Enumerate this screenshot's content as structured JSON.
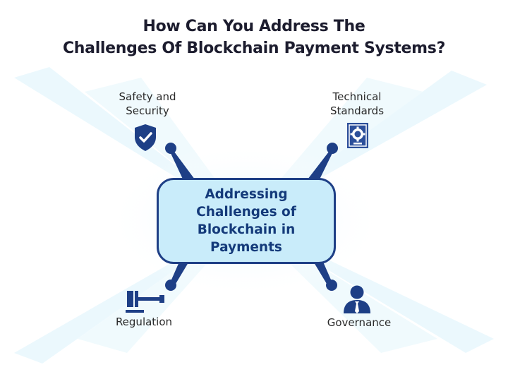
{
  "title": {
    "line1": "How Can You Address The",
    "line2": "Challenges Of Blockchain Payment Systems?"
  },
  "center": {
    "text": "Addressing Challenges of Blockchain in Payments"
  },
  "nodes": {
    "safety": {
      "line1": "Safety and",
      "line2": "Security",
      "icon": "shield-check-icon"
    },
    "technical": {
      "line1": "Technical",
      "line2": "Standards",
      "icon": "certificate-badge-icon"
    },
    "regulation": {
      "label": "Regulation",
      "icon": "gavel-icon"
    },
    "governance": {
      "label": "Governance",
      "icon": "person-tie-icon"
    }
  },
  "colors": {
    "navy": "#1e3f86",
    "center_fill": "#c9ecfa",
    "ray": "#dff3fb"
  }
}
